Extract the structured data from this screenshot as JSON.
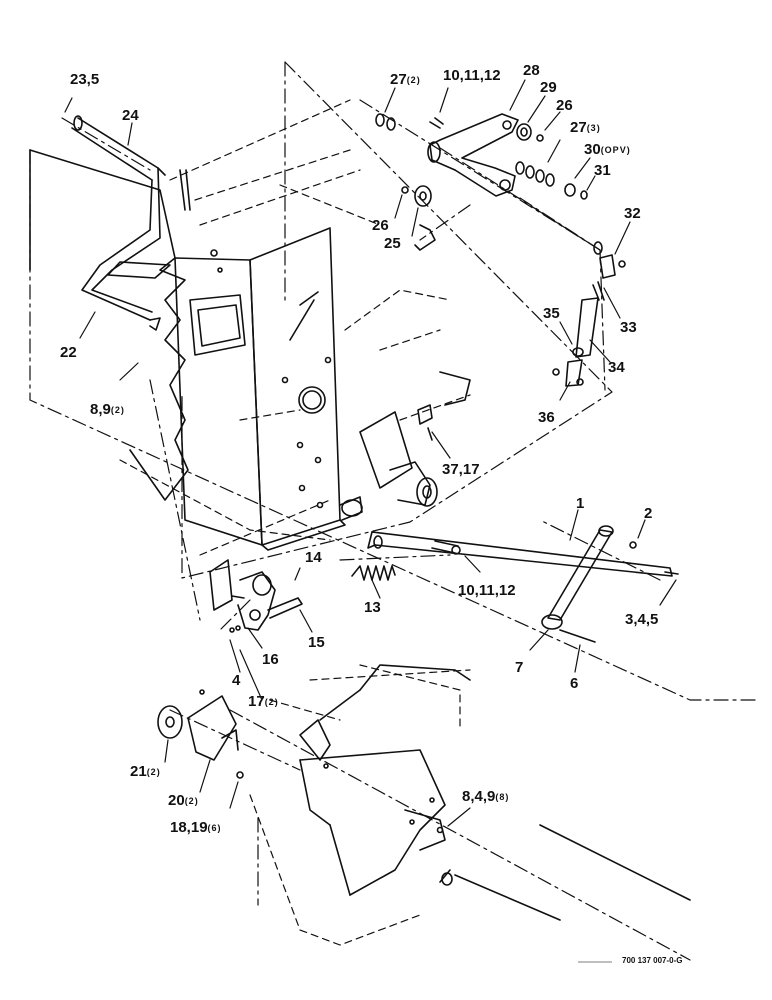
{
  "figure": {
    "drawing_number": "700 137 007-0-G",
    "callouts": [
      {
        "id": "c-23-5",
        "text": "23,5",
        "qty": ""
      },
      {
        "id": "c-24",
        "text": "24",
        "qty": ""
      },
      {
        "id": "c-22",
        "text": "22",
        "qty": ""
      },
      {
        "id": "c-8-9",
        "text": "8,9",
        "qty": "(2)"
      },
      {
        "id": "c-27a",
        "text": "27",
        "qty": "(2)"
      },
      {
        "id": "c-10-11-12a",
        "text": "10,11,12",
        "qty": ""
      },
      {
        "id": "c-28",
        "text": "28",
        "qty": ""
      },
      {
        "id": "c-29",
        "text": "29",
        "qty": ""
      },
      {
        "id": "c-26a",
        "text": "26",
        "qty": ""
      },
      {
        "id": "c-27b",
        "text": "27",
        "qty": "(3)"
      },
      {
        "id": "c-30",
        "text": "30",
        "qty": "(OPV)"
      },
      {
        "id": "c-31",
        "text": "31",
        "qty": ""
      },
      {
        "id": "c-26b",
        "text": "26",
        "qty": ""
      },
      {
        "id": "c-25",
        "text": "25",
        "qty": ""
      },
      {
        "id": "c-32",
        "text": "32",
        "qty": ""
      },
      {
        "id": "c-33",
        "text": "33",
        "qty": ""
      },
      {
        "id": "c-35",
        "text": "35",
        "qty": ""
      },
      {
        "id": "c-34",
        "text": "34",
        "qty": ""
      },
      {
        "id": "c-36",
        "text": "36",
        "qty": ""
      },
      {
        "id": "c-37-17",
        "text": "37,17",
        "qty": ""
      },
      {
        "id": "c-1",
        "text": "1",
        "qty": ""
      },
      {
        "id": "c-2",
        "text": "2",
        "qty": ""
      },
      {
        "id": "c-14",
        "text": "14",
        "qty": ""
      },
      {
        "id": "c-10-11-12b",
        "text": "10,11,12",
        "qty": ""
      },
      {
        "id": "c-13",
        "text": "13",
        "qty": ""
      },
      {
        "id": "c-3-4-5",
        "text": "3,4,5",
        "qty": ""
      },
      {
        "id": "c-15",
        "text": "15",
        "qty": ""
      },
      {
        "id": "c-16",
        "text": "16",
        "qty": ""
      },
      {
        "id": "c-4",
        "text": "4",
        "qty": ""
      },
      {
        "id": "c-7",
        "text": "7",
        "qty": ""
      },
      {
        "id": "c-6",
        "text": "6",
        "qty": ""
      },
      {
        "id": "c-17",
        "text": "17",
        "qty": "(2)"
      },
      {
        "id": "c-21",
        "text": "21",
        "qty": "(2)"
      },
      {
        "id": "c-20",
        "text": "20",
        "qty": "(2)"
      },
      {
        "id": "c-8-4-9",
        "text": "8,4,9",
        "qty": "(8)"
      },
      {
        "id": "c-18-19",
        "text": "18,19",
        "qty": "(6)"
      }
    ]
  }
}
